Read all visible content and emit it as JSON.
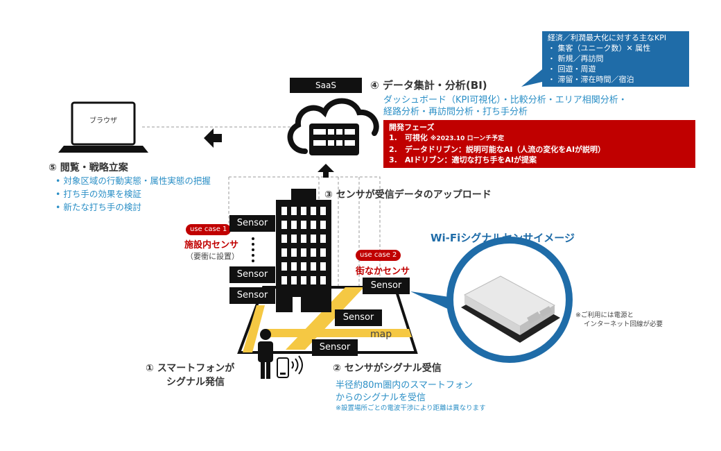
{
  "kpi_box": {
    "title": "経済／利潤最大化に対する主なKPI",
    "items": [
      "・ 集客（ユニーク数）✕ 属性",
      "・ 新規／再訪問",
      "・ 回遊・周遊",
      "・ 滞留・滞在時間／宿泊"
    ]
  },
  "saas": {
    "label": "SaaS"
  },
  "step4": {
    "title": "④ データ集計・分析(BI)",
    "line1": "ダッシュボード（KPI可視化）・比較分析・エリア相関分析・",
    "line2": "経路分析・再訪問分析・打ち手分析"
  },
  "dev_phase": {
    "title": "開発フェーズ",
    "item1": "1.　可視化",
    "item1_note": "※2023.10 ローンチ予定",
    "item2": "2.　データドリブン：説明可能なAI（人流の変化をAIが説明）",
    "item3": "3.　AIドリブン：適切な打ち手をAIが提案"
  },
  "browser": {
    "label": "ブラウザ"
  },
  "step5": {
    "title": "⑤ 閲覧・戦略立案",
    "items": [
      "• 対象区域の行動実態・属性実態の把握",
      "• 打ち手の効果を検証",
      "• 新たな打ち手の検討"
    ]
  },
  "step3": {
    "title": "③ センサが受信データのアップロード"
  },
  "use_case1": {
    "tag": "use case 1",
    "title": "施設内センサ",
    "note": "（要衝に設置）"
  },
  "use_case2": {
    "tag": "use case 2",
    "title": "街なかセンサ"
  },
  "sensors": {
    "label": "Sensor"
  },
  "map_label": "map",
  "wifi_title": "Wi-Fiシグナルセンサイメージ",
  "wifi_note": {
    "line1": "※ご利用には電源と",
    "line2": "インターネット回線が必要"
  },
  "step1": {
    "line1": "① スマートフォンが",
    "line2": "シグナル発信"
  },
  "step2": {
    "title": "② センサがシグナル受信",
    "line1": "半径約80m圏内のスマートフォン",
    "line2": "からのシグナルを受信",
    "note": "※設置場所ごとの電波干渉により距離は異なります"
  },
  "colors": {
    "accent_blue": "#2b8fc6",
    "kpi_blue": "#1f6ca8",
    "red": "#c00000",
    "road": "#f5c843"
  }
}
